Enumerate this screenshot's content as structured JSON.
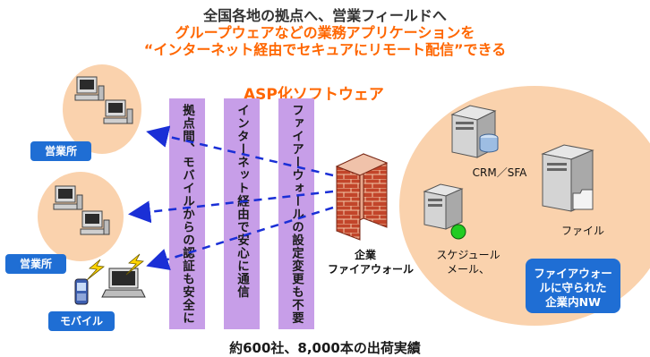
{
  "title": {
    "line1": "全国各地の拠点へ、営業フィールドへ",
    "line2": "グループウェアなどの業務アプリケーションを",
    "line3": "“インターネット経由でセキュアにリモート配信”できる"
  },
  "asp_label": "ASP化ソフトウェア",
  "features": [
    "拠点間、モバイルからの認証も安全に",
    "インターネット経由で安心に通信",
    "ファイアーウォールの設定変更も不要"
  ],
  "left_sites": {
    "office1": "営業所",
    "office2": "営業所",
    "mobile": "モバイル"
  },
  "firewall_label": [
    "企業",
    "ファイアウォール"
  ],
  "servers": {
    "crm": "CRM／SFA",
    "file": "ファイル",
    "schedule": [
      "スケジュール",
      "メール、"
    ]
  },
  "network_box": [
    "ファイアウォー",
    "ルに守られた",
    "企業内NW"
  ],
  "footer": "約600社、8,000本の出荷実績",
  "colors": {
    "accent_orange": "#ff6600",
    "blob": "#fad2ad",
    "badge_blue": "#1f6ed4",
    "feature_purple": "#c79ee8",
    "arrow_blue": "#1a2fd6",
    "firewall_brick": "#c2452a"
  },
  "icons": [
    "desktop-pc-icon",
    "server-icon",
    "database-icon",
    "firewall-icon",
    "laptop-icon",
    "cellphone-icon",
    "lightning-icon"
  ]
}
